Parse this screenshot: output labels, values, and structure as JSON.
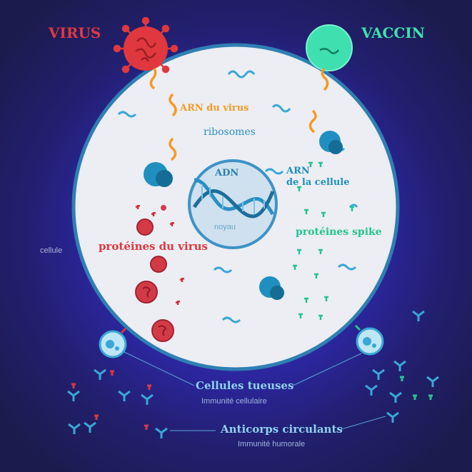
{
  "title_virus": "VIRUS",
  "title_vaccine": "VACCIN",
  "labels": {
    "viral_rna": "ARN du virus",
    "ribosomes": "ribosomes",
    "dna": "ADN",
    "nucleus": "noyau",
    "cell_rna_line1": "ARN",
    "cell_rna_line2": "de la cellule",
    "spike_proteins": "protéines spike",
    "viral_proteins": "protéines du virus",
    "cell": "cellule",
    "killer_cells": "Cellules tueuses",
    "cellular_immunity": "Immunité cellulaire",
    "antibodies": "Anticorps circulants",
    "humoral_immunity": "Immunité humorale"
  },
  "colors": {
    "virus_red": "#e0383e",
    "vaccine_green": "#3fe0b0",
    "viral_rna_orange": "#f39a24",
    "ribosome_blue": "#1f8fbf",
    "cell_rna_blue": "#3aa7d6",
    "spike_green": "#23c58f",
    "cell_fill": "#eceef3",
    "membrane": "#2f7fb3",
    "label_light_blue": "#8fd2f0"
  }
}
